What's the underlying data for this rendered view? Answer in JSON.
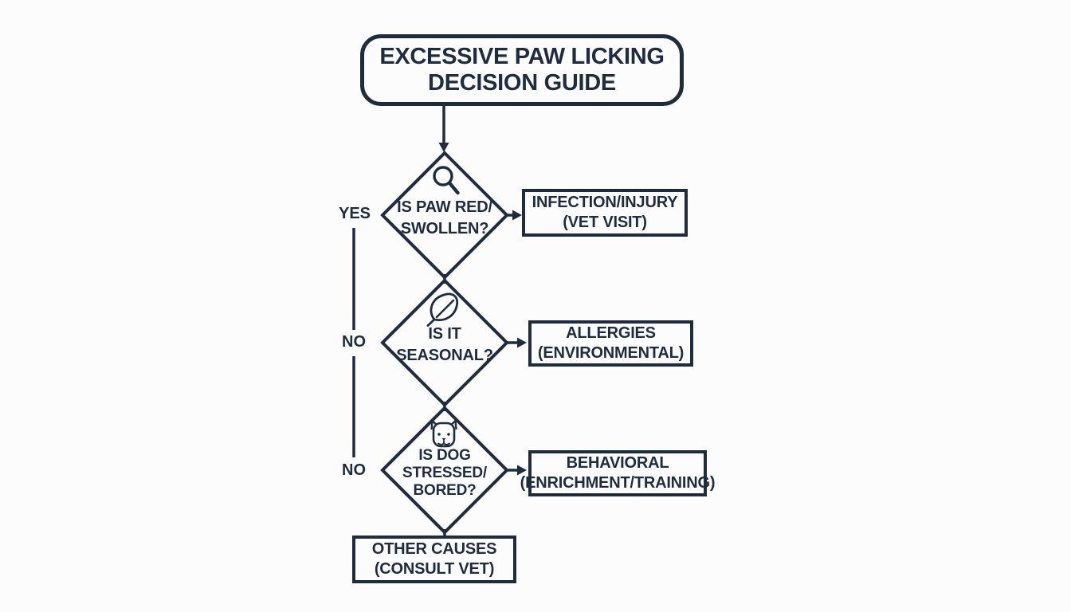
{
  "colors": {
    "ink": "#1f2c3e",
    "background": "#fcfcfc"
  },
  "title": {
    "line1": "EXCESSIVE PAW LICKING",
    "line2": "DECISION GUIDE"
  },
  "flow": {
    "decisions": [
      {
        "icon": "magnifier-icon",
        "question_lines": [
          "IS PAW RED/",
          "SWOLLEN?"
        ],
        "branch_label": "YES",
        "result_lines": [
          "INFECTION/INJURY",
          "(VET VISIT)"
        ]
      },
      {
        "icon": "leaf-icon",
        "question_lines": [
          "IS IT",
          "SEASONAL?"
        ],
        "branch_label": "NO",
        "result_lines": [
          "ALLERGIES",
          "(ENVIRONMENTAL)"
        ]
      },
      {
        "icon": "dog-face-icon",
        "question_lines": [
          "IS DOG",
          "STRESSED/",
          "BORED?"
        ],
        "branch_label": "NO",
        "result_lines": [
          "BEHAVIORAL",
          "(ENRICHMENT/TRAINING)"
        ]
      }
    ],
    "terminal": {
      "result_lines": [
        "OTHER CAUSES",
        "(CONSULT VET)"
      ]
    }
  }
}
